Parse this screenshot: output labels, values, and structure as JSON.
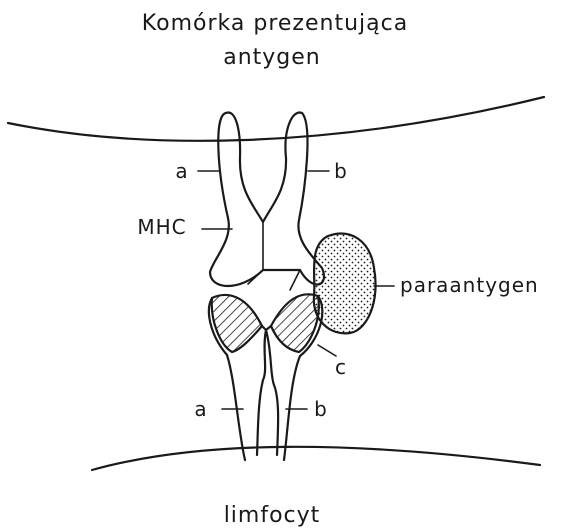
{
  "diagram": {
    "title_line1": "Komórka prezentująca",
    "title_line2": "antygen",
    "bottom_label": "limfocyt",
    "labels": {
      "mhc": "MHC",
      "upper_chain_a": "a",
      "upper_chain_b": "b",
      "lower_chain_a": "a",
      "lower_chain_b": "b",
      "paraantigen": "paraantygen",
      "c": "c"
    },
    "colors": {
      "ink": "#1a1a1a",
      "background": "#ffffff"
    }
  }
}
